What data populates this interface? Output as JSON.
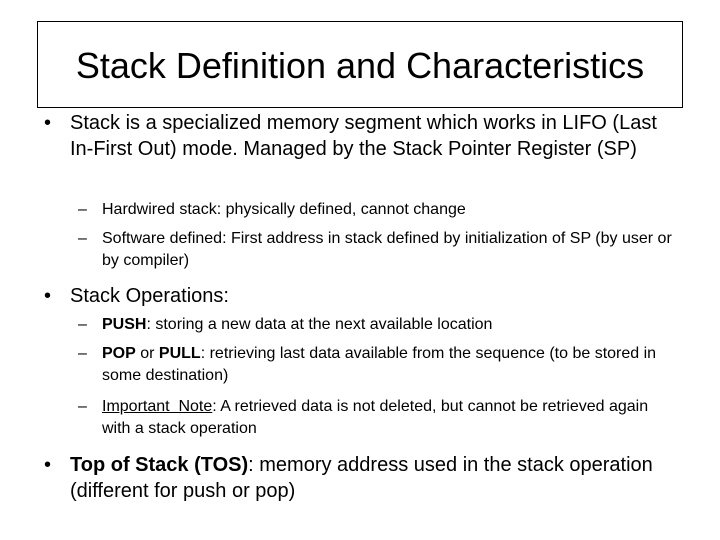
{
  "title": "Stack Definition and Characteristics",
  "bullet_glyph": "•",
  "dash_glyph": "–",
  "b1": {
    "text": "Stack is a specialized memory segment which works in LIFO (Last In-First Out) mode. Managed by the Stack Pointer Register (SP)",
    "subs": [
      "Hardwired stack: physically defined, cannot change",
      "Software defined: First address in stack defined by initialization of SP (by user or by compiler)"
    ]
  },
  "b2": {
    "text": "Stack Operations:",
    "push": {
      "label": "PUSH",
      "rest": ": storing a new data at the next available location"
    },
    "pop": {
      "label1": "POP",
      "mid": " or ",
      "label2": "PULL",
      "rest": ": retrieving last data available from the sequence (to be stored in some destination)"
    },
    "note": {
      "label": "Important  Note",
      "rest": ": A retrieved data is not deleted, but cannot be retrieved again with a stack operation"
    }
  },
  "b3": {
    "label": "Top of Stack (TOS)",
    "rest": ": memory address used in the stack operation (different for push or pop)"
  }
}
